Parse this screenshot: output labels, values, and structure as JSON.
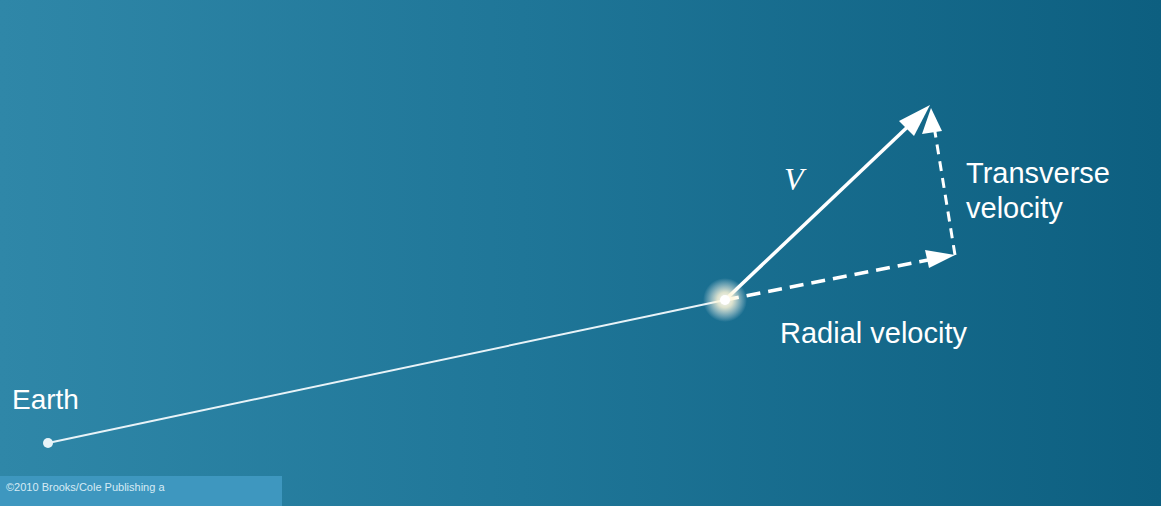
{
  "diagram": {
    "labels": [
      "Earth",
      "V",
      "Transverse velocity",
      "Radial velocity",
      "©2010 Brooks/Cole Publishing a"
    ]
  }
}
